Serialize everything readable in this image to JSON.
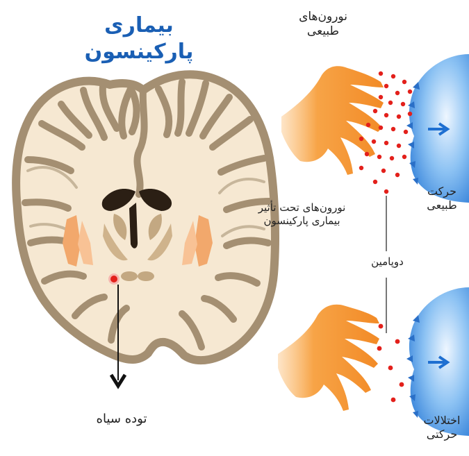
{
  "labels": {
    "title": "بیماری پارکینسون",
    "normal_neurons": "نورون‌های طبیعی",
    "affected_neurons": "نورون‌های تحت تأثیر بیماری پارکینسون",
    "dopamine": "دوپامین",
    "normal_movement": "حرکت طبیعی",
    "movement_disorders": "اختلالات حرکتی",
    "substantia_nigra": "توده سیاه"
  },
  "colors": {
    "title": "#1a5fb4",
    "brain_outline": "#a48f72",
    "brain_fill": "#f6e8d2",
    "ventricle": "#2b1f14",
    "neuron": "#f5922e",
    "dopamine_dot": "#e3201b",
    "receptor": "#3f8fdd",
    "arrow": "#1e6fd1"
  }
}
